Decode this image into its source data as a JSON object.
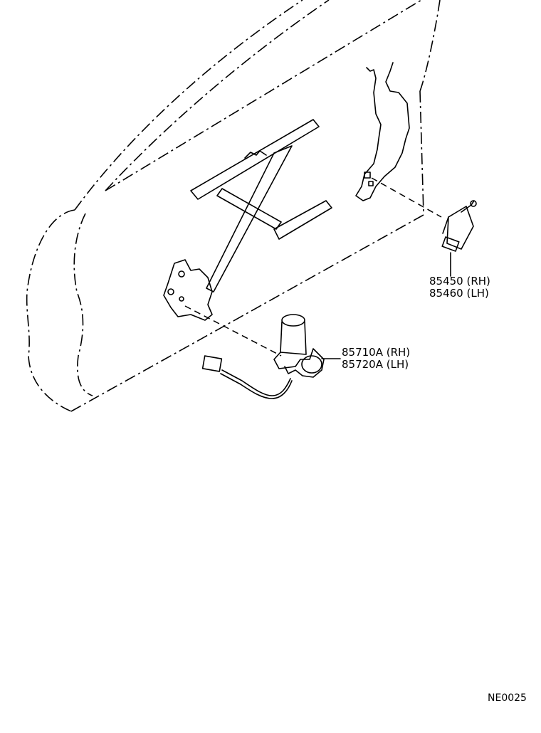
{
  "diagram": {
    "parts": [
      {
        "id": "switch",
        "numbers": [
          "85450 (RH)",
          "85460 (LH)"
        ]
      },
      {
        "id": "motor",
        "numbers": [
          "85710A (RH)",
          "85720A (LH)"
        ]
      }
    ],
    "code": "NE0025"
  }
}
